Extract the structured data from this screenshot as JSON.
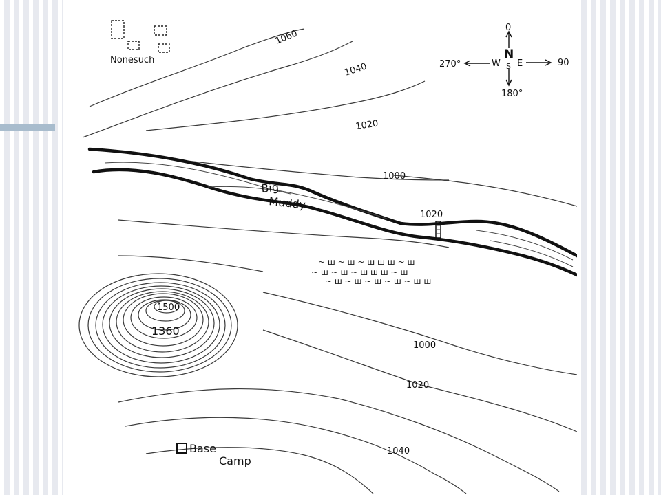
{
  "map": {
    "town_label": "Nonesuch",
    "river_label_line1": "Big",
    "river_label_line2": "Muddy",
    "base_camp_line1": "Base",
    "base_camp_line2": "Camp",
    "contour_labels": {
      "c1060": "1060",
      "c1040": "1040",
      "c1020_north": "1020",
      "c1000_north": "1000",
      "c1020_river": "1020",
      "c1500": "1500",
      "c1360": "1360",
      "c1000_south": "1000",
      "c1020_south": "1020",
      "c1040_south": "1040"
    },
    "compass": {
      "north_letter": "N",
      "south_letter": "S",
      "east_letter": "E",
      "west_letter": "W",
      "north_degrees": "0",
      "east_degrees": "90",
      "south_degrees": "180°",
      "west_degrees": "270°"
    },
    "marsh_symbol": "ꟺ"
  }
}
